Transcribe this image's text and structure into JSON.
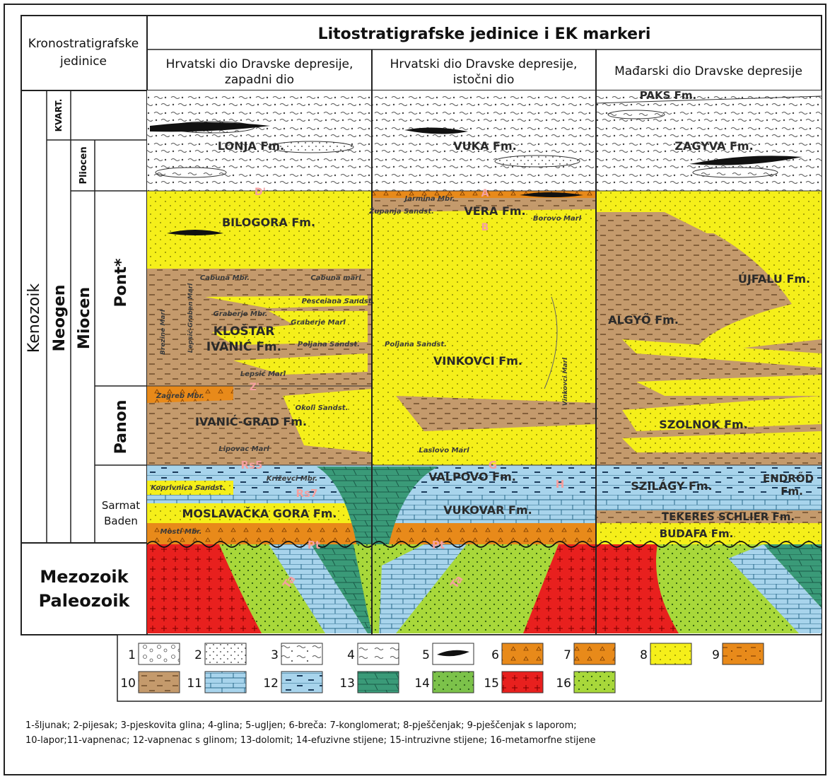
{
  "header": {
    "left": "Kronostratigrafske jedinice",
    "top": "Litostratigrafske jedinice i EK markeri",
    "col1": "Hrvatski dio Dravske depresije, zapadni dio",
    "col2": "Hrvatski dio Dravske depresije, istočni dio",
    "col3": "Mađarski dio Dravske depresije"
  },
  "chrono": {
    "eon": "Kenozoik",
    "neogen": "Neogen",
    "kvart": "KVART.",
    "pliocen": "Pliocen",
    "miocen": "Miocen",
    "pont": "Pont*",
    "panon": "Panon",
    "sarmat": "Sarmat",
    "baden": "Baden",
    "mezo": "Mezozoik",
    "paleo": "Paleozoik"
  },
  "formations": {
    "lonja": "LONJA Fm.",
    "vuka": "VUKA Fm.",
    "paks": "PAKS Fm.",
    "zagyva": "ZAGYVA Fm.",
    "bilogora": "BILOGORA Fm.",
    "vera": "VERA Fm.",
    "kl1": "KLOŠTAR",
    "kl2": "IVANIĆ Fm.",
    "vinkovci": "VINKOVCI Fm.",
    "ujfalu": "ÚJFALU Fm.",
    "algyo": "ALGYŐ Fm.",
    "ivanic_grad": "IVANIĆ-GRAD Fm.",
    "szolnok": "SZOLNOK Fm.",
    "valpovo": "VALPOVO Fm.",
    "szilagy": "SZILÁGY Fm.",
    "endrod1": "ENDRŐD",
    "endrod2": "Fm.",
    "vukovar": "VUKOVAR Fm.",
    "moslavacka": "MOSLAVAČKA GORA Fm.",
    "tekeres": "TEKERES SCHLIER Fm.",
    "budafa": "BUDAFA Fm."
  },
  "members": {
    "jarmina": "Jarmina Mbr.",
    "zupanja": "Županja Sandst.",
    "borovo": "Borovo Marl",
    "cabuna_mbr": "Cabuna Mbr.",
    "cabuna_marl": "Cabuna marl",
    "pesceiana": "Pesceiana Sandst.",
    "graberje_mbr": "Graberje Mbr.",
    "graberje_marl": "Graberje Marl",
    "poljana1": "Poljana Sandst.",
    "poljana2": "Poljana Sandst.",
    "lepsic": "Lepsić Marl",
    "zagreb": "Zagreb Mbr.",
    "okoli": "Okoli Sandst.",
    "lipovac": "Lipovac Marl",
    "lascovo": "Laslovo Marl",
    "koprivnica": "Koprivnica Sandst.",
    "krizevci": "Križevci Mbr.",
    "mosti": "Mosti Mbr.",
    "brezine": "Brezine Marl",
    "lepsic_graben": "Lepsić-Graben Marl",
    "vinkovci_marl": "Vinkovci Marl"
  },
  "markers": {
    "d": "D'",
    "a": "A",
    "b": "B",
    "z": "Z'",
    "rs5": "Rs5",
    "rs7": "Rs7",
    "g": "G",
    "h": "H",
    "pt1": "Pt",
    "pt2": "Pt",
    "ta1": "Ta",
    "ta2": "Ta"
  },
  "legend": {
    "nums": [
      "1",
      "2",
      "3",
      "4",
      "5",
      "6",
      "7",
      "8",
      "9",
      "10",
      "11",
      "12",
      "13",
      "14",
      "15",
      "16"
    ],
    "line1": "1-šljunak; 2-pijesak; 3-pjeskovita glina; 4-glina; 5-ugljen; 6-breča: 7-konglomerat; 8-pješčenjak; 9-pješčenjak s laporom;",
    "line2": "10-lapor;11-vapnenac; 12-vapnenac s glinom; 13-dolomit; 14-efuzivne stijene; 15-intruzivne stijene; 16-metamorfne stijene"
  },
  "colors": {
    "marl": "#c49a6c",
    "sandstone": "#f5ef1a",
    "breccia": "#e88a1a",
    "limestone": "#a8d4ec",
    "dolomite": "#3a9a78",
    "effusive": "#7cc24a",
    "intrusive": "#e8201e",
    "metamorphic": "#a8d83a",
    "clay": "#ffffff"
  }
}
